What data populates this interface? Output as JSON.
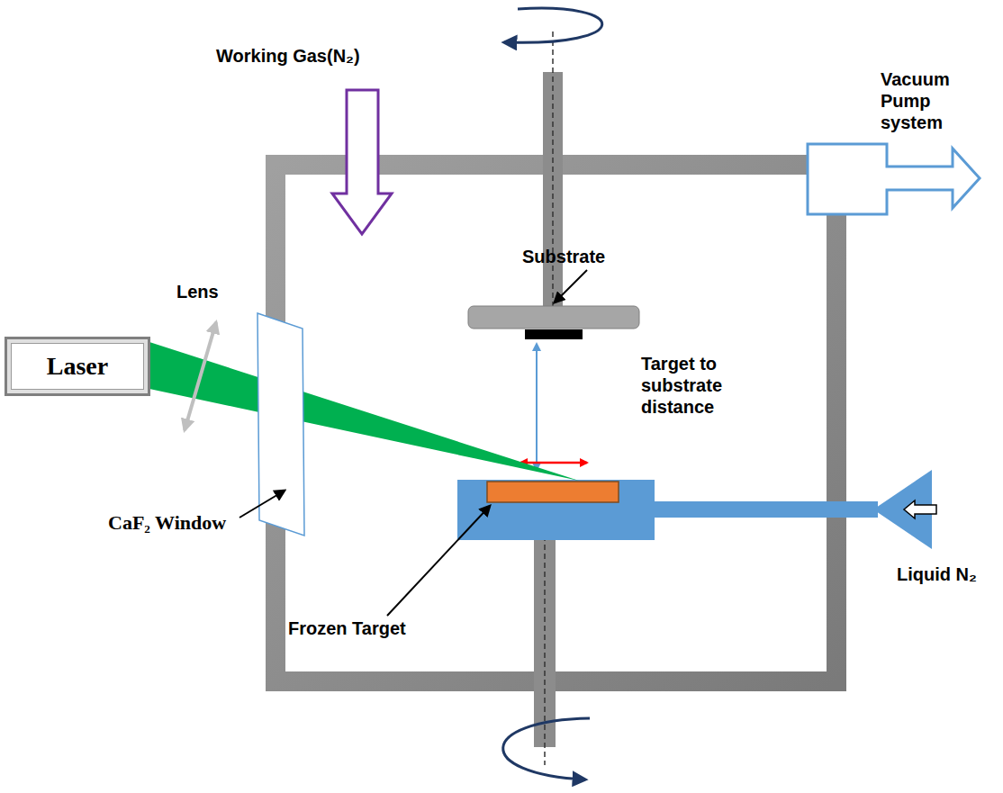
{
  "diagram": {
    "nodes": [
      {
        "text": [
          "Laser"
        ]
      }
    ],
    "labels": [
      "Working Gas(N₂)",
      "Substrate",
      "Vacuum Pump system",
      "Lens",
      "Target to substrate distance",
      "CaF₂ Window",
      "Frozen Target",
      "Liquid N₂"
    ]
  }
}
